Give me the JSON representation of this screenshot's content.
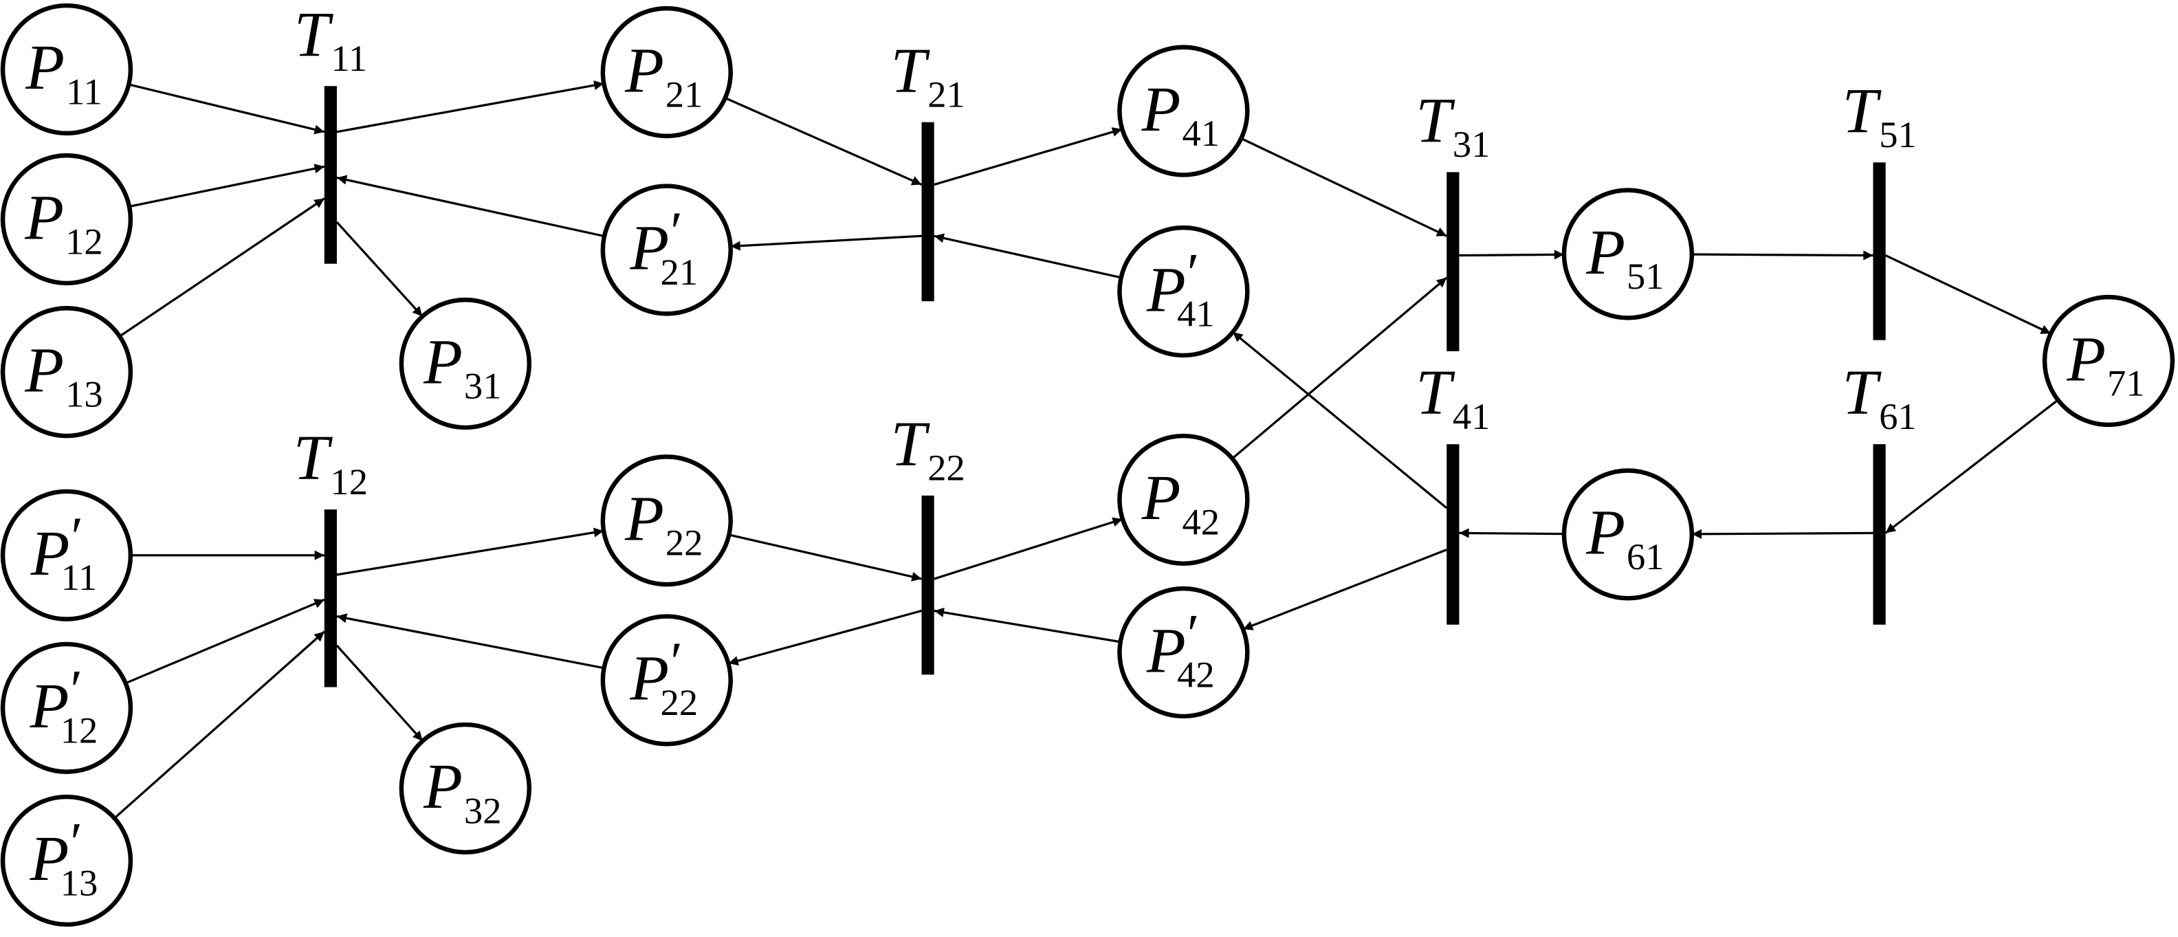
{
  "title": "Petri net model",
  "colors": {
    "stroke": "#000000",
    "background": "#ffffff"
  },
  "places": [
    {
      "id": "P11",
      "base": "P",
      "sub": "11",
      "prime": false
    },
    {
      "id": "P12",
      "base": "P",
      "sub": "12",
      "prime": false
    },
    {
      "id": "P13",
      "base": "P",
      "sub": "13",
      "prime": false
    },
    {
      "id": "P31",
      "base": "P",
      "sub": "31",
      "prime": false
    },
    {
      "id": "P11p",
      "base": "P",
      "sub": "11",
      "prime": true
    },
    {
      "id": "P12p",
      "base": "P",
      "sub": "12",
      "prime": true
    },
    {
      "id": "P13p",
      "base": "P",
      "sub": "13",
      "prime": true
    },
    {
      "id": "P32",
      "base": "P",
      "sub": "32",
      "prime": false
    },
    {
      "id": "P21",
      "base": "P",
      "sub": "21",
      "prime": false
    },
    {
      "id": "P21p",
      "base": "P",
      "sub": "21",
      "prime": true
    },
    {
      "id": "P22",
      "base": "P",
      "sub": "22",
      "prime": false
    },
    {
      "id": "P22p",
      "base": "P",
      "sub": "22",
      "prime": true
    },
    {
      "id": "P41",
      "base": "P",
      "sub": "41",
      "prime": false
    },
    {
      "id": "P41p",
      "base": "P",
      "sub": "41",
      "prime": true
    },
    {
      "id": "P42",
      "base": "P",
      "sub": "42",
      "prime": false
    },
    {
      "id": "P42p",
      "base": "P",
      "sub": "42",
      "prime": true
    },
    {
      "id": "P51",
      "base": "P",
      "sub": "51",
      "prime": false
    },
    {
      "id": "P61",
      "base": "P",
      "sub": "61",
      "prime": false
    },
    {
      "id": "P71",
      "base": "P",
      "sub": "71",
      "prime": false
    }
  ],
  "transitions": [
    {
      "id": "T11",
      "base": "T",
      "sub": "11"
    },
    {
      "id": "T12",
      "base": "T",
      "sub": "12"
    },
    {
      "id": "T21",
      "base": "T",
      "sub": "21"
    },
    {
      "id": "T22",
      "base": "T",
      "sub": "22"
    },
    {
      "id": "T31",
      "base": "T",
      "sub": "31"
    },
    {
      "id": "T41",
      "base": "T",
      "sub": "41"
    },
    {
      "id": "T51",
      "base": "T",
      "sub": "51"
    },
    {
      "id": "T61",
      "base": "T",
      "sub": "61"
    }
  ],
  "arcs": [
    {
      "from": "P11",
      "to": "T11"
    },
    {
      "from": "P12",
      "to": "T11"
    },
    {
      "from": "P13",
      "to": "T11"
    },
    {
      "from": "T11",
      "to": "P21"
    },
    {
      "from": "T11",
      "to": "P31"
    },
    {
      "from": "P21p",
      "to": "T11"
    },
    {
      "from": "P11p",
      "to": "T12"
    },
    {
      "from": "P12p",
      "to": "T12"
    },
    {
      "from": "P13p",
      "to": "T12"
    },
    {
      "from": "T12",
      "to": "P22"
    },
    {
      "from": "T12",
      "to": "P32"
    },
    {
      "from": "P22p",
      "to": "T12"
    },
    {
      "from": "P21",
      "to": "T21"
    },
    {
      "from": "T21",
      "to": "P41"
    },
    {
      "from": "T21",
      "to": "P21p"
    },
    {
      "from": "P41p",
      "to": "T21"
    },
    {
      "from": "P22",
      "to": "T22"
    },
    {
      "from": "T22",
      "to": "P42"
    },
    {
      "from": "T22",
      "to": "P22p"
    },
    {
      "from": "P42p",
      "to": "T22"
    },
    {
      "from": "P41",
      "to": "T31"
    },
    {
      "from": "P42",
      "to": "T31"
    },
    {
      "from": "T31",
      "to": "P51"
    },
    {
      "from": "P51",
      "to": "T51"
    },
    {
      "from": "T51",
      "to": "P71"
    },
    {
      "from": "P71",
      "to": "T61"
    },
    {
      "from": "T61",
      "to": "P61"
    },
    {
      "from": "P61",
      "to": "T41"
    },
    {
      "from": "T41",
      "to": "P41p"
    },
    {
      "from": "T41",
      "to": "P42p"
    }
  ]
}
